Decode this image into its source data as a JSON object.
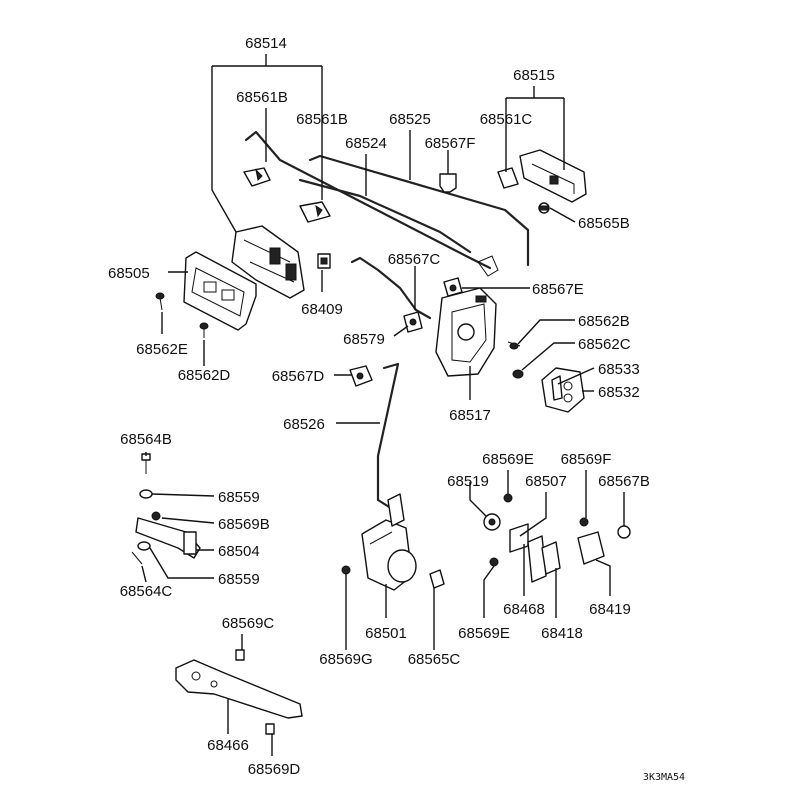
{
  "diagram_code": "3K3MA54",
  "labels": {
    "p68514": "68514",
    "p68561B_a": "68561B",
    "p68561B_b": "68561B",
    "p68525": "68525",
    "p68524": "68524",
    "p68567F": "68567F",
    "p68515": "68515",
    "p68561C": "68561C",
    "p68565B": "68565B",
    "p68505": "68505",
    "p68567C": "68567C",
    "p68567E": "68567E",
    "p68409": "68409",
    "p68562E": "68562E",
    "p68562D": "68562D",
    "p68579": "68579",
    "p68562B": "68562B",
    "p68562C": "68562C",
    "p68533": "68533",
    "p68532": "68532",
    "p68567D": "68567D",
    "p68517": "68517",
    "p68526": "68526",
    "p68564B": "68564B",
    "p68559_a": "68559",
    "p68569B": "68569B",
    "p68504": "68504",
    "p68559_b": "68559",
    "p68564C": "68564C",
    "p68569E_a": "68569E",
    "p68569F": "68569F",
    "p68519": "68519",
    "p68507": "68507",
    "p68567B": "68567B",
    "p68468": "68468",
    "p68418": "68418",
    "p68419": "68419",
    "p68569E_b": "68569E",
    "p68501": "68501",
    "p68569G": "68569G",
    "p68565C": "68565C",
    "p68569C": "68569C",
    "p68466": "68466",
    "p68569D": "68569D"
  }
}
